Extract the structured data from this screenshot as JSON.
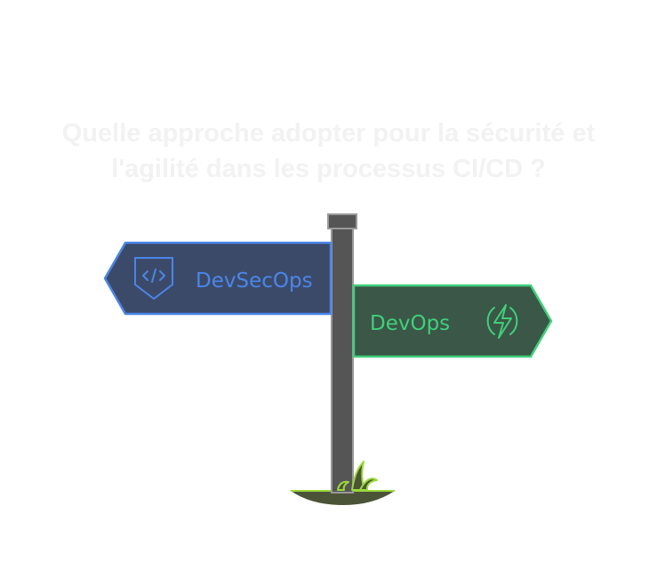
{
  "title": {
    "line1": "Quelle approche adopter pour la sécurité et",
    "line2": "l'agilité dans les processus CI/CD ?"
  },
  "signs": {
    "left": {
      "label": "DevSecOps",
      "icon": "shield-code-icon",
      "fill": "#3c4a6a",
      "stroke": "#4a86e8",
      "text_color": "#4a86e8"
    },
    "right": {
      "label": "DevOps",
      "icon": "lightning-bolt-icon",
      "fill": "#3a5747",
      "stroke": "#3fd07a",
      "text_color": "#3fd07a"
    }
  },
  "colors": {
    "post": "#555555",
    "post_border": "#999999",
    "ground": "#4b5436",
    "grass": "#9bd83a"
  }
}
